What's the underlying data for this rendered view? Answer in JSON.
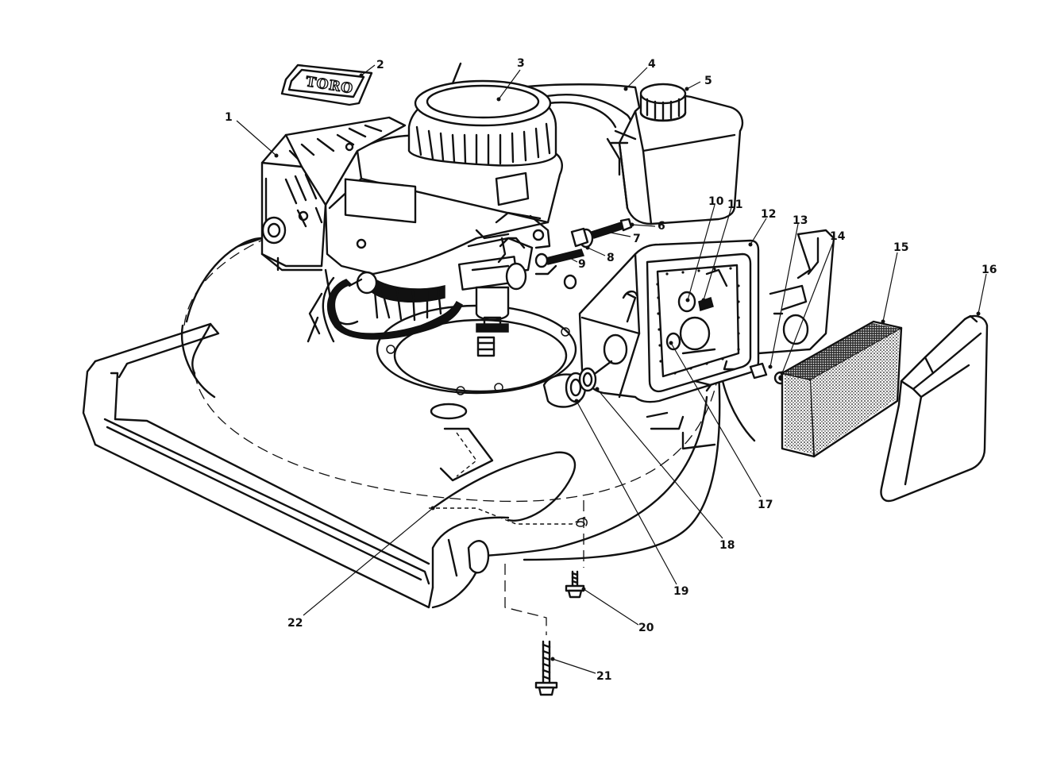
{
  "diagram": {
    "logo_text": "TORO",
    "callouts": [
      {
        "id": "1",
        "label": "1"
      },
      {
        "id": "2",
        "label": "2"
      },
      {
        "id": "3",
        "label": "3"
      },
      {
        "id": "4",
        "label": "4"
      },
      {
        "id": "5",
        "label": "5"
      },
      {
        "id": "6",
        "label": "6"
      },
      {
        "id": "7",
        "label": "7"
      },
      {
        "id": "8",
        "label": "8"
      },
      {
        "id": "9",
        "label": "9"
      },
      {
        "id": "10",
        "label": "10"
      },
      {
        "id": "11",
        "label": "11"
      },
      {
        "id": "12",
        "label": "12"
      },
      {
        "id": "13",
        "label": "13"
      },
      {
        "id": "14",
        "label": "14"
      },
      {
        "id": "15",
        "label": "15"
      },
      {
        "id": "16",
        "label": "16"
      },
      {
        "id": "17",
        "label": "17"
      },
      {
        "id": "18",
        "label": "18"
      },
      {
        "id": "19",
        "label": "19"
      },
      {
        "id": "20",
        "label": "20"
      },
      {
        "id": "21",
        "label": "21"
      },
      {
        "id": "22",
        "label": "22"
      }
    ]
  }
}
